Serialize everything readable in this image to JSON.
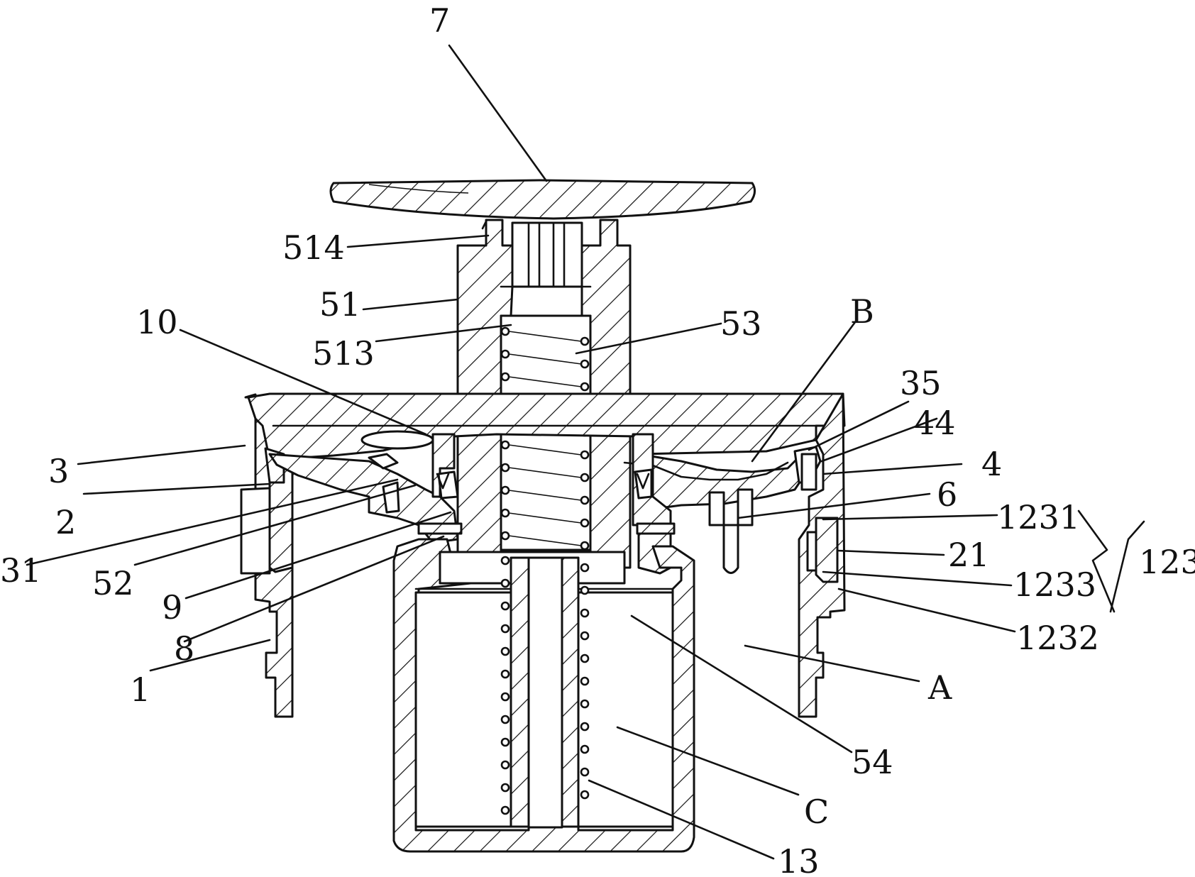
{
  "colors": {
    "line": "#111111",
    "background": "#ffffff"
  },
  "labels": {
    "l7": "7",
    "l514": "514",
    "l51": "51",
    "l513": "513",
    "l53": "53",
    "l10": "10",
    "lB": "B",
    "l35": "35",
    "l44": "44",
    "l3": "3",
    "l4": "4",
    "l2": "2",
    "l6": "6",
    "l31": "31",
    "l1231": "1231",
    "l123": "123",
    "l52": "52",
    "l21": "21",
    "l9": "9",
    "l1233": "1233",
    "l8": "8",
    "l1232": "1232",
    "l1": "1",
    "lA": "A",
    "l54": "54",
    "lC": "C",
    "l13": "13"
  }
}
